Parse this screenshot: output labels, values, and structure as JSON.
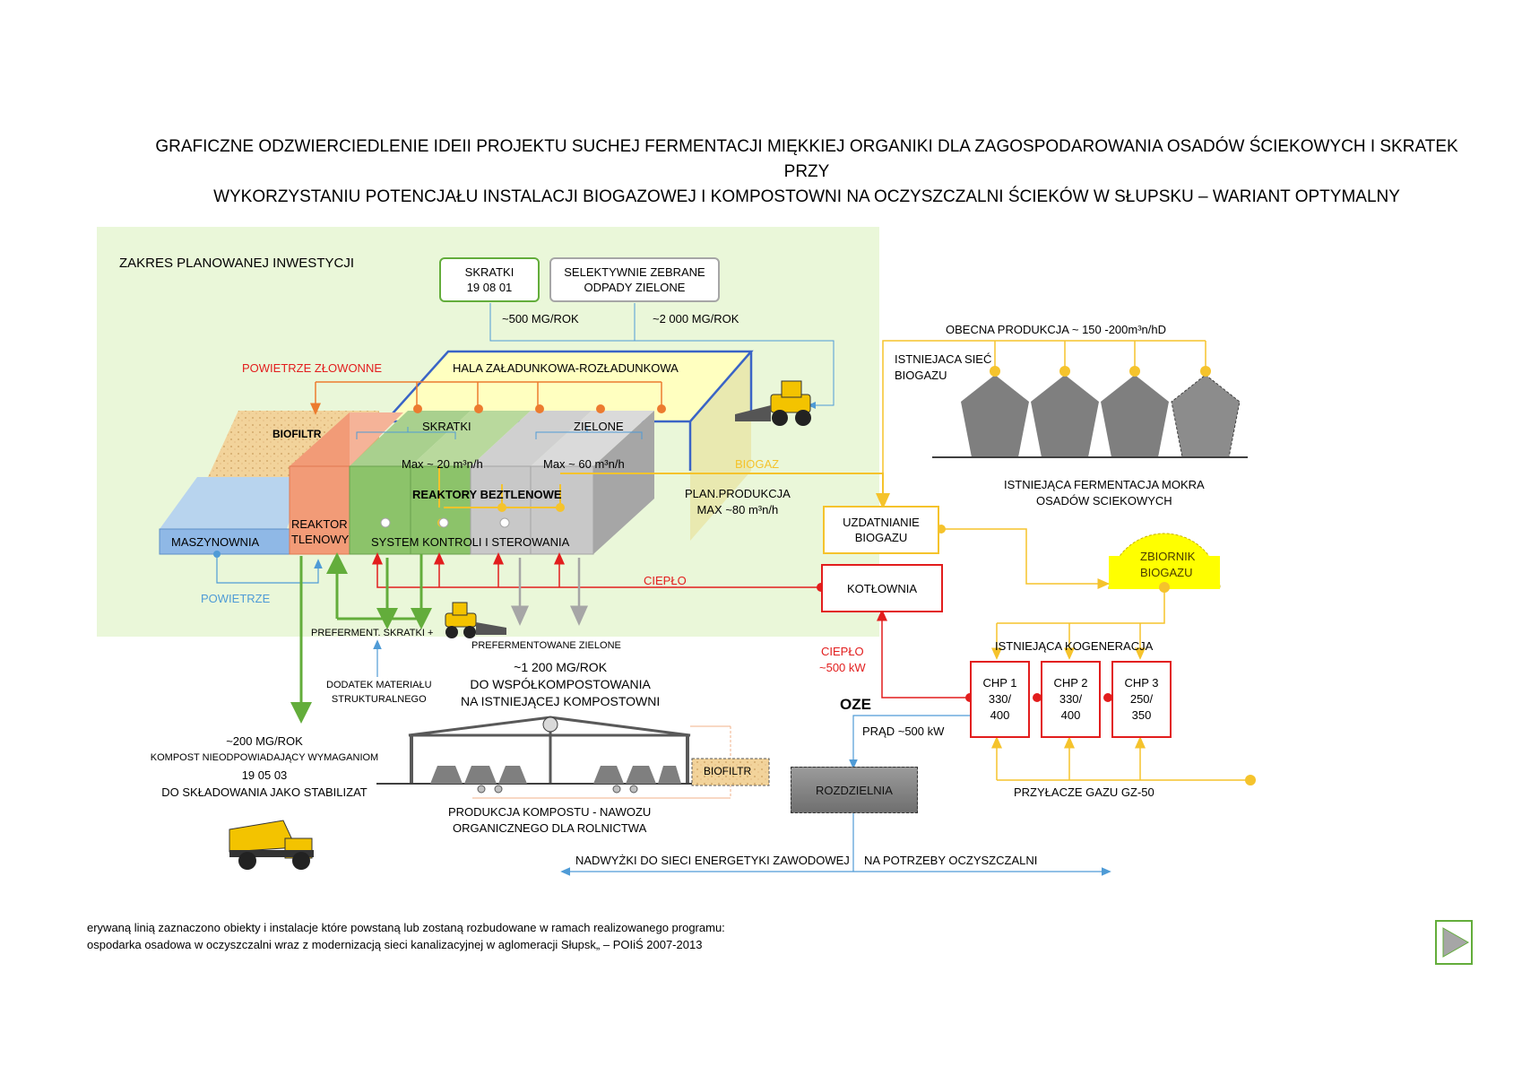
{
  "title": {
    "line1": "GRAFICZNE ODZWIERCIEDLENIE IDEII PROJEKTU SUCHEJ FERMENTACJI MIĘKKIEJ ORGANIKI DLA ZAGOSPODAROWANIA OSADÓW ŚCIEKOWYCH I SKRATEK PRZY",
    "line2": "WYKORZYSTANIU POTENCJAŁU INSTALACJI BIOGAZOWEJ I KOMPOSTOWNI NA OCZYSZCZALNI ŚCIEKÓW W SŁUPSKU – WARIANT OPTYMALNY"
  },
  "investment": {
    "label": "ZAKRES PLANOWANEJ INWESTYCJI",
    "skratki_box": [
      "SKRATKI",
      "19 08 01"
    ],
    "zielone_box": [
      "SELEKTYWNIE ZEBRANE",
      "ODPADY ZIELONE"
    ],
    "skratki_flow": "~500 MG/ROK",
    "zielone_flow": "~2 000 MG/ROK",
    "hall": "HALA ZAŁADUNKOWA-ROZŁADUNKOWA",
    "odor_air": "POWIETRZE ZŁOWONNE",
    "biofiltr": "BIOFILTR",
    "skratki_zone": "SKRATKI",
    "zielone_zone": "ZIELONE",
    "max_skratki": "Max ~ 20 m³n/h",
    "max_zielone": "Max ~ 60 m³n/h",
    "reactors": "REAKTORY BEZTLENOWE",
    "machine_room": "MASZYNOWNIA",
    "aerobic_reactor": [
      "REAKTOR",
      "TLENOWY"
    ],
    "control": "SYSTEM KONTROLI I STEROWANIA",
    "air": "POWIETRZE",
    "biogas": "BIOGAZ",
    "plan_production": [
      "PLAN.PRODUKCJA",
      "MAX ~80 m³n/h"
    ],
    "heat": "CIEPŁO"
  },
  "existing": {
    "current_production": "OBECNA PRODUKCJA ~ 150 -200m³n/hD",
    "network": [
      "ISTNIEJACA SIEĆ",
      "BIOGAZU"
    ],
    "fermentation": [
      "ISTNIEJĄCA FERMENTACJA MOKRA",
      "OSADÓW SCIEKOWYCH"
    ],
    "treatment": [
      "UZDATNIANIE",
      "BIOGAZU"
    ],
    "tank": [
      "ZBIORNIK",
      "BIOGAZU"
    ],
    "boiler": "KOTŁOWNIA",
    "heat_out": [
      "CIEPŁO",
      "~500 kW"
    ],
    "cogeneration": "ISTNIEJĄCA KOGENERACJA",
    "chp": [
      {
        "name": "CHP 1",
        "v1": "330/",
        "v2": "400"
      },
      {
        "name": "CHP 2",
        "v1": "330/",
        "v2": "400"
      },
      {
        "name": "CHP 3",
        "v1": "250/",
        "v2": "350"
      }
    ],
    "gas_connection": "PRZYŁACZE GAZU GZ-50",
    "oze": "OZE",
    "power": "PRĄD ~500 kW",
    "distribution": "ROZDZIELNIA",
    "surplus": "NADWYŻKI DO SIECI ENERGETYKI ZAWODOWEJ",
    "own_needs": "NA POTRZEBY OCZYSZCZALNI"
  },
  "outputs": {
    "preferment_skratki": "PREFERMENT. SKRATKI +",
    "preferment_zielone": "PREFERMENTOWANE ZIELONE",
    "structural": [
      "DODATEK MATERIAŁU",
      "STRUKTURALNEGO"
    ],
    "co_compost": [
      "~1 200 MG/ROK",
      "DO WSPÓŁKOMPOSTOWANIA",
      "NA ISTNIEJĄCEJ KOMPOSTOWNI"
    ],
    "landfill": [
      "~200 MG/ROK",
      "KOMPOST NIEODPOWIADAJĄCY WYMAGANIOM",
      "19 05 03",
      "DO SKŁADOWANIA JAKO STABILIZAT"
    ],
    "compost_biofiltr": "BIOFILTR",
    "compost_production": [
      "PRODUKCJA KOMPOSTU - NAWOZU",
      "ORGANICZNEGO  DLA ROLNICTWA"
    ]
  },
  "footer": {
    "line1": "erywaną linią zaznaczono obiekty i instalacje które powstaną lub zostaną rozbudowane  w ramach realizowanego programu:",
    "line2": "ospodarka osadowa w oczyszczalni wraz z modernizacją sieci kanalizacyjnej w aglomeracji Słupsk„ – POIiŚ 2007-2013"
  },
  "colors": {
    "investment_bg": "#eaf7d9",
    "heat": "#e21d1d",
    "biogas": "#f5c32c",
    "air": "#4f9bd6",
    "green_flow": "#63ad3b",
    "odor": "#ec7b2f"
  },
  "icons": [
    "loader-icon",
    "dump-truck-icon",
    "next-slide-icon"
  ]
}
